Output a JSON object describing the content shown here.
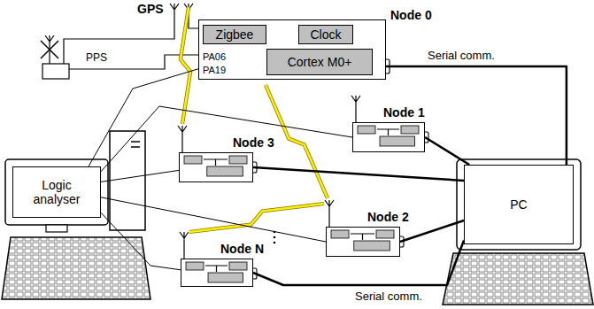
{
  "diagram": {
    "nodes": [
      {
        "text": [
          "Node 0"
        ]
      },
      {
        "text": [
          "Zigbee"
        ],
        "in": 0
      },
      {
        "text": [
          "Clock"
        ],
        "in": 0
      },
      {
        "text": [
          "Cortex M0+"
        ],
        "in": 0
      },
      {
        "text": [
          "Node 1"
        ]
      },
      {
        "text": [
          "Node 3"
        ]
      },
      {
        "text": [
          "Node 2"
        ]
      },
      {
        "text": [
          "Node N"
        ]
      },
      {
        "text": [
          "Logic analyser"
        ]
      },
      {
        "text": [
          "PC"
        ]
      }
    ],
    "edges": [
      {
        "from": 1,
        "to": 2,
        "arrow": "both"
      },
      {
        "from": 1,
        "to": 3,
        "arrow": "to"
      },
      {
        "from": 2,
        "to": 3,
        "arrow": "to"
      },
      {
        "from": 0,
        "to": 9,
        "arrow": "none",
        "label": "Serial comm."
      },
      {
        "from": 4,
        "to": 9,
        "arrow": "none"
      },
      {
        "from": 5,
        "to": 9,
        "arrow": "none"
      },
      {
        "from": 6,
        "to": 9,
        "arrow": "none"
      },
      {
        "from": 7,
        "to": 9,
        "arrow": "none",
        "label": "Serial comm."
      },
      {
        "from": 8,
        "to": 0,
        "arrow": "none"
      },
      {
        "from": 8,
        "to": 4,
        "arrow": "none"
      },
      {
        "from": 8,
        "to": 5,
        "arrow": "none"
      },
      {
        "from": 8,
        "to": 6,
        "arrow": "none"
      },
      {
        "from": 8,
        "to": 7,
        "arrow": "none"
      }
    ],
    "labels": [
      "GPS",
      "PPS",
      "PA06",
      "PA19"
    ]
  }
}
